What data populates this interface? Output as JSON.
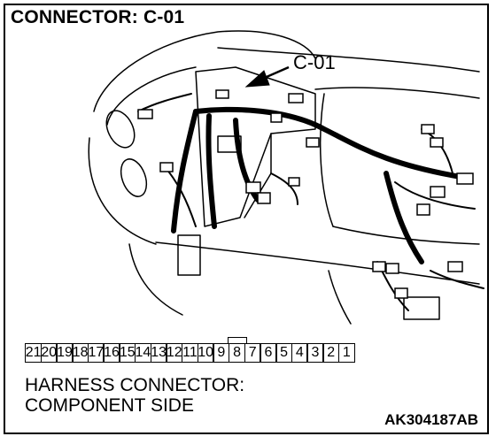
{
  "title": "CONNECTOR: C-01",
  "callout_label": "C-01",
  "pins": [
    "21",
    "20",
    "19",
    "18",
    "17",
    "16",
    "15",
    "14",
    "13",
    "12",
    "11",
    "10",
    "9",
    "8",
    "7",
    "6",
    "5",
    "4",
    "3",
    "2",
    "1"
  ],
  "caption_line1": "HARNESS CONNECTOR:",
  "caption_line2": "COMPONENT SIDE",
  "figure_code": "AK304187AB"
}
